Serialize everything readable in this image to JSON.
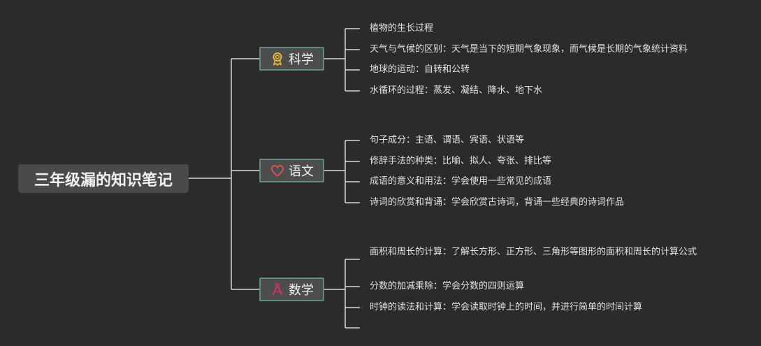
{
  "root": {
    "title": "三年级漏的知识笔记"
  },
  "branches": [
    {
      "label": "科学",
      "icon": "award-ribbon-icon",
      "icon_color": "#e8b830",
      "items": [
        "植物的生长过程",
        "天气与气候的区别：天气是当下的短期气象现象，而气候是长期的气象统计资料",
        "地球的运动：自转和公转",
        "水循环的过程：蒸发、凝结、降水、地下水"
      ]
    },
    {
      "label": "语文",
      "icon": "heart-icon",
      "icon_color": "#d9534f",
      "items": [
        "句子成分：主语、谓语、宾语、状语等",
        "修辞手法的种类：比喻、拟人、夸张、排比等",
        "成语的意义和用法：学会使用一些常见的成语",
        "诗词的欣赏和背诵：学会欣赏古诗词，背诵一些经典的诗词作品"
      ]
    },
    {
      "label": "数学",
      "icon": "compass-math-icon",
      "icon_color": "#d6336c",
      "items": [
        "面积和周长的计算：了解长方形、正方形、三角形等图形的面积和周长的计算公式",
        "分数的加减乘除：学会分数的四则运算",
        "时钟的读法和计算：学会读取时钟上的时间，并进行简单的时间计算",
        ""
      ]
    }
  ],
  "colors": {
    "background": "#2b2b2b",
    "connector": "#d9d9d9",
    "node_fill": "#4d4d4d",
    "node_border": "#5f8a7e"
  }
}
